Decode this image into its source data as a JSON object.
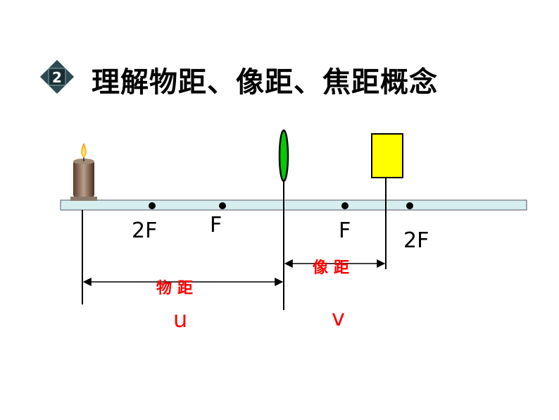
{
  "title": {
    "badge_number": "2",
    "text": "理解物距、像距、焦距概念"
  },
  "diagram": {
    "points": {
      "left_2f": "2F",
      "left_f": "F",
      "right_f": "F",
      "right_2f": "2F"
    },
    "object_distance": {
      "label": "物距",
      "symbol": "u"
    },
    "image_distance": {
      "label": "像距",
      "symbol": "v"
    }
  },
  "colors": {
    "axis_bar": "#d7eeee",
    "lens": "#00cc00",
    "image_box": "#ffff00",
    "distance_text": "#ff0000",
    "badge": "#2d4a52"
  }
}
